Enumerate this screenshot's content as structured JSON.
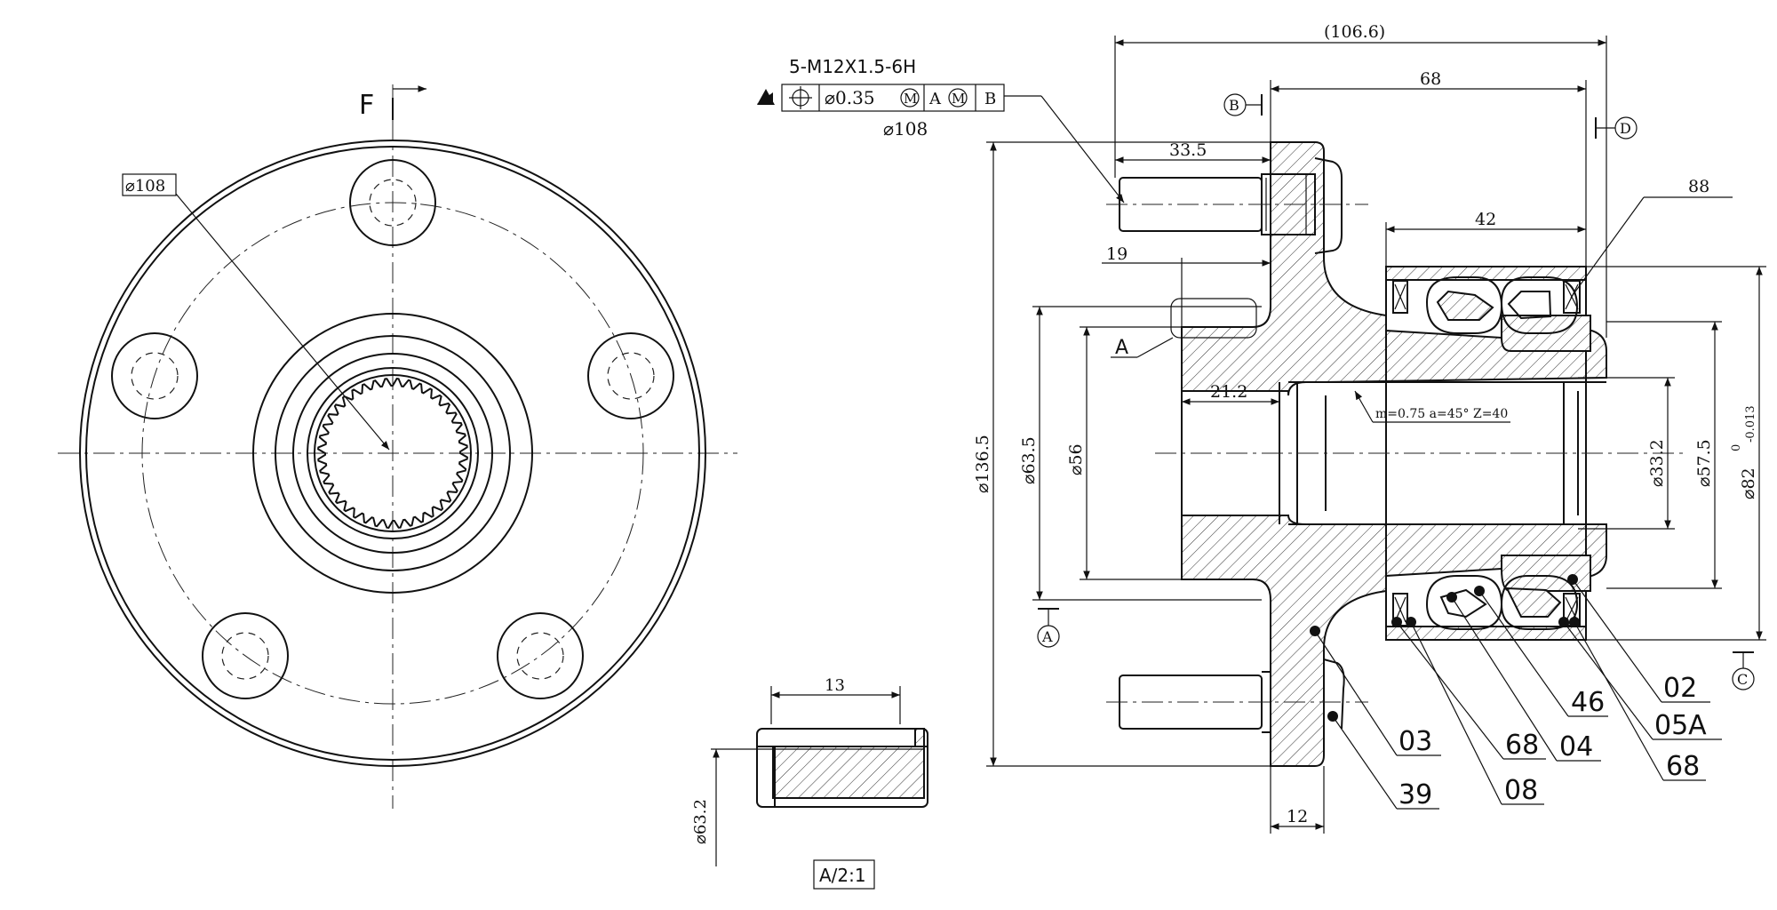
{
  "front_view": {
    "section_mark": "F",
    "bolt_circle_label": "⌀108"
  },
  "callout": {
    "thread": "5-M12X1.5-6H",
    "tolerance_value": "⌀0.35",
    "tolerance_mod": "M",
    "datum_a": "A",
    "datum_a_mod": "M",
    "datum_b": "B",
    "pcd": "⌀108"
  },
  "dims": {
    "overall": "(106.6)",
    "d68": "68",
    "d33_5": "33.5",
    "d42": "42",
    "d19": "19",
    "d21_2": "21.2",
    "d12": "12",
    "d13": "13",
    "d136_5": "⌀136.5",
    "d63_5": "⌀63.5",
    "d56": "⌀56",
    "d33_2": "⌀33.2",
    "d57_5": "⌀57.5",
    "d82": "⌀82",
    "d82_tol_upper": "0",
    "d82_tol_lower": "-0.013",
    "d63_2": "⌀63.2",
    "spline": "m=0.75  a=45°  Z=40",
    "detail_a": "A",
    "detail_scale": "A/2:1"
  },
  "datums": {
    "b": "B",
    "d": "D",
    "a": "A",
    "c": "C"
  },
  "parts": {
    "p88": "88",
    "p02": "02",
    "p46": "46",
    "p05a": "05A",
    "p03": "03",
    "p04": "04",
    "p68a": "68",
    "p68b": "68",
    "p39": "39",
    "p08": "08"
  }
}
